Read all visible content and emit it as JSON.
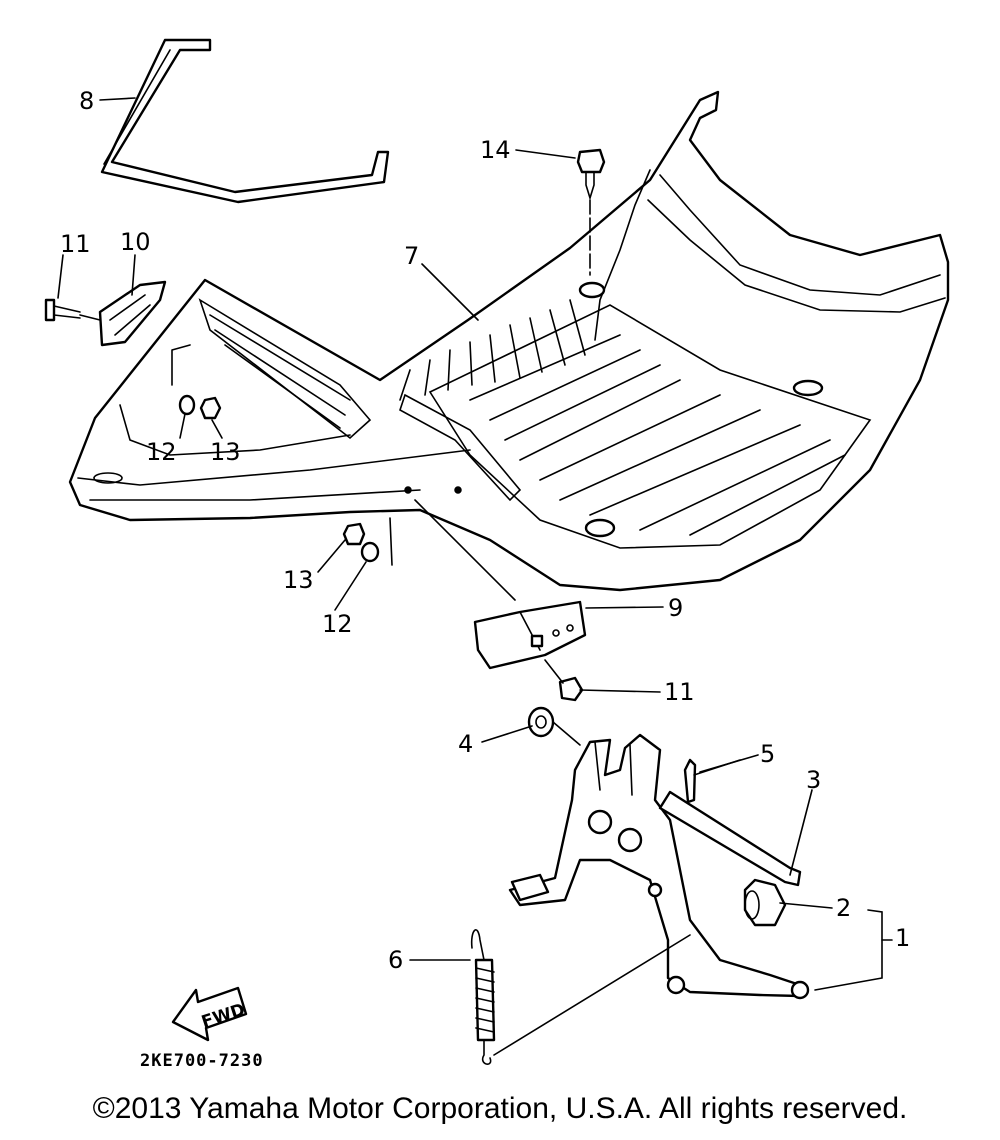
{
  "callouts": {
    "c1": "1",
    "c2": "2",
    "c3": "3",
    "c4": "4",
    "c5": "5",
    "c6": "6",
    "c7": "7",
    "c8": "8",
    "c9": "9",
    "c10": "10",
    "c11a": "11",
    "c11b": "11",
    "c12a": "12",
    "c12b": "12",
    "c13a": "13",
    "c13b": "13",
    "c14": "14"
  },
  "fwd_label": "FWD",
  "diagram_code": "2KE700-7230",
  "copyright": "©2013 Yamaha Motor Corporation, U.S.A. All rights reserved."
}
